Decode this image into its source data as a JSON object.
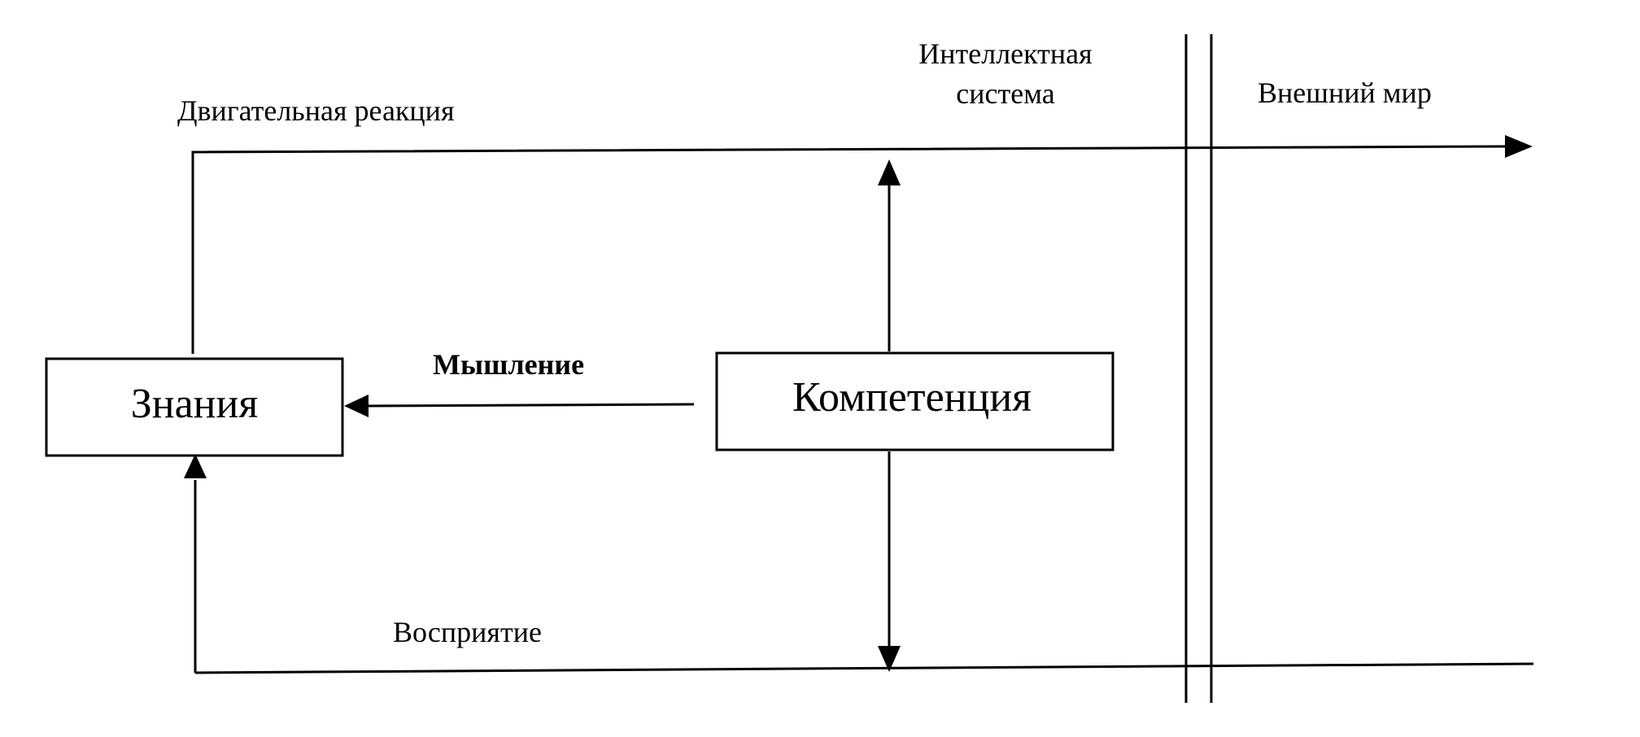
{
  "labels": {
    "motor_reaction": "Двигательная реакция",
    "intelligent_system_line1": "Интеллектная",
    "intelligent_system_line2": "система",
    "outer_world": "Внешний мир",
    "thinking": "Мышление",
    "perception": "Восприятие"
  },
  "boxes": {
    "knowledge": "Знания",
    "competence": "Компетенция"
  },
  "colors": {
    "stroke": "#000000",
    "background": "#ffffff"
  }
}
